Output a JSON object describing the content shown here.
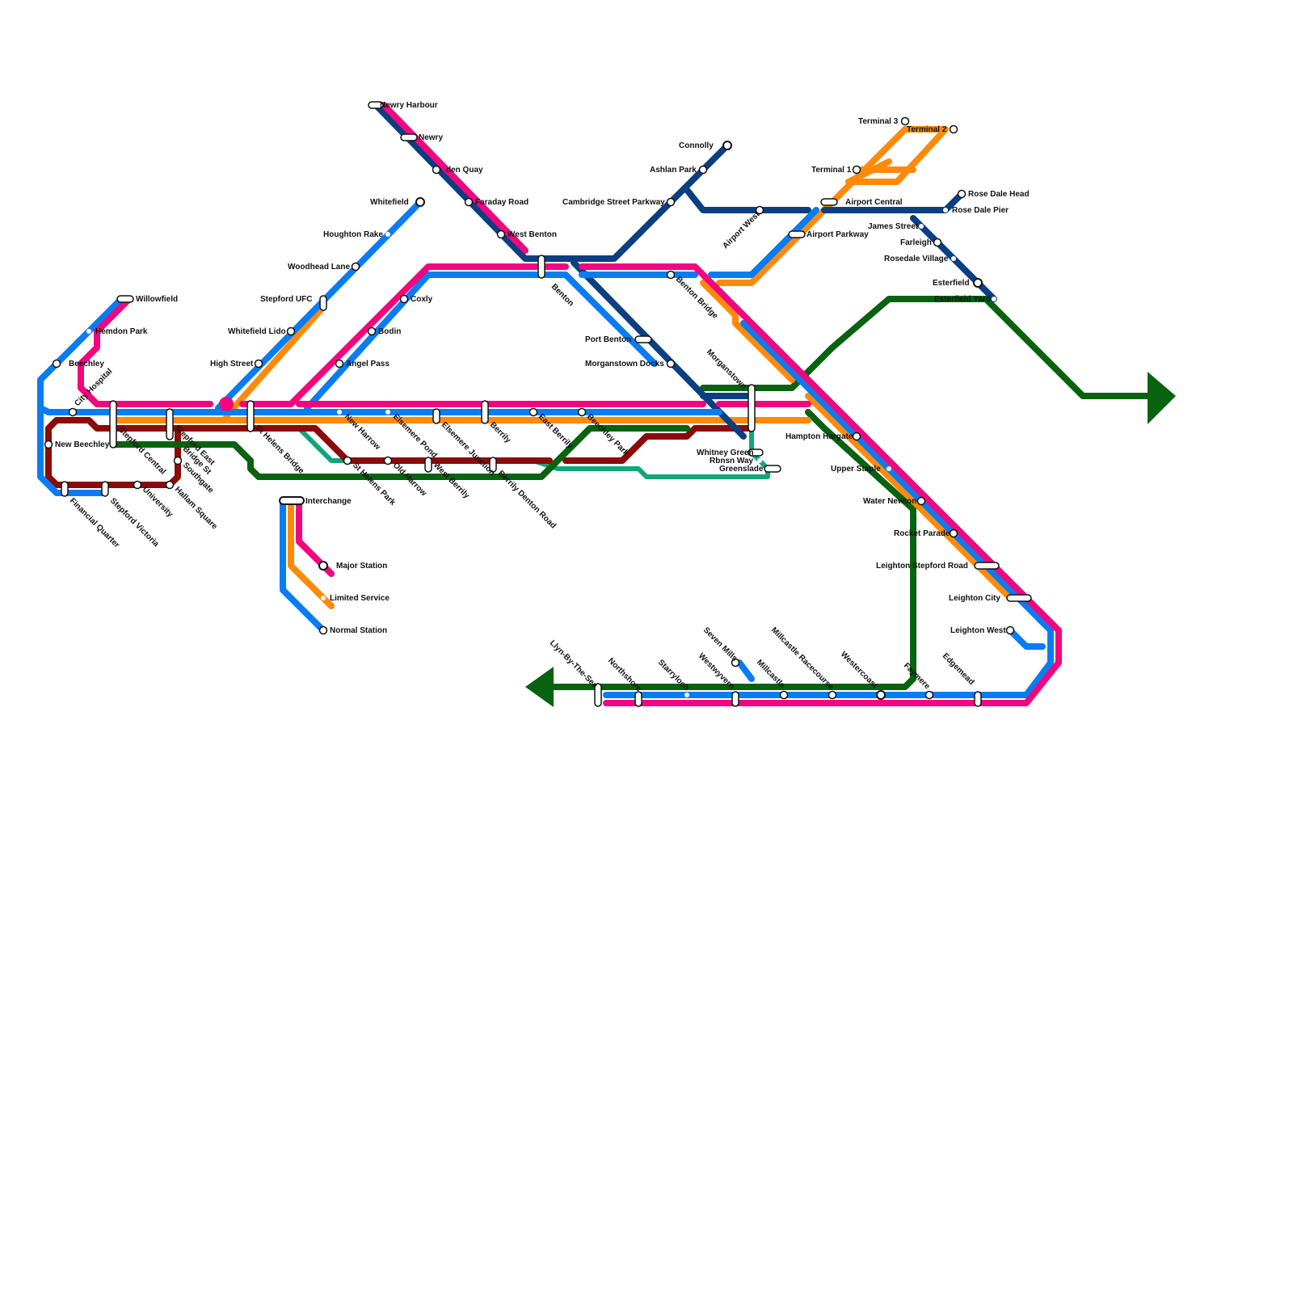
{
  "colors": {
    "blue": "#0a7cf2",
    "pink": "#f2067e",
    "orange": "#ff8a0a",
    "navy": "#0b3f82",
    "maroon": "#8b0a0a",
    "green": "#08620f",
    "teal": "#12a67c"
  },
  "legend": {
    "interchange": "Interchange",
    "major": "Major Station",
    "limited": "Limited Service",
    "normal": "Normal Station"
  },
  "stations": {
    "willowfield": "Willowfield",
    "hemdon_park": "Hemdon Park",
    "beechley": "Beechley",
    "city_hospital": "City Hospital",
    "new_beechley": "New Beechley",
    "financial_quarter": "Financial Quarter",
    "stepford_victoria": "Stepford Victoria",
    "university": "University",
    "hallam_square": "Hallam Square",
    "southgate": "Southgate",
    "bridge_st": "Bridge St",
    "stepford_central": "Stepford Central",
    "stepford_east": "Stepford East",
    "st_helens_bridge": "St Helens Bridge",
    "high_street": "High Street",
    "whitefield_lido": "Whitefield Lido",
    "stepford_ufc": "Stepford UFC",
    "woodhead_lane": "Woodhead Lane",
    "houghton_rake": "Houghton Rake",
    "whitefield": "Whitefield",
    "newry_harbour": "Newry Harbour",
    "newry": "Newry",
    "eden_quay": "den Quay",
    "faraday_road": "Faraday Road",
    "west_benton": "West Benton",
    "benton": "Benton",
    "coxly": "Coxly",
    "bodin": "Bodin",
    "angel_pass": "Angel Pass",
    "new_harrow": "New Harrow",
    "elsemere_pond": "Elsemere Pond",
    "elsemere_junction": "Elsemere Junction",
    "berrily": "Berrily",
    "east_berrily": "East Berrily",
    "beechley_park": "Beechley Park",
    "st_helens_park": "St Helens Park",
    "old_harrow": "Old Harrow",
    "west_berrily": "West Berrily",
    "berrily_denton_road": "Berrily Denton Road",
    "connolly": "Connolly",
    "ashlan_park": "Ashlan Park",
    "cambridge_street_parkway": "Cambridge Street Parkway",
    "benton_bridge": "Benton Bridge",
    "port_benton": "Port Benton",
    "morganstown_docks": "Morganstown Docks",
    "morganstown": "Morganstown",
    "whitney_green": "Whitney Green",
    "rbnsn_way": "Rbnsn Way",
    "greenslade": "Greenslade",
    "airport_west": "Airport West",
    "airport_parkway": "Airport Parkway",
    "airport_central": "Airport Central",
    "terminal_1": "Terminal 1",
    "terminal_2": "Terminal 2",
    "terminal_3": "Terminal 3",
    "rose_dale_head": "Rose Dale Head",
    "rose_dale_pier": "Rose Dale Pier",
    "james_street": "James Street",
    "farleigh": "Farleigh",
    "rosedale_village": "Rosedale Village",
    "esterfield": "Esterfield",
    "esterfield_yard": "Esterfield Yard",
    "hampton_hargate": "Hampton Hargate",
    "upper_staple": "Upper Staple",
    "water_newton": "Water Newton",
    "rocket_parade": "Rocket Parade",
    "leighton_stepford_road": "Leighton Stepford Road",
    "leighton_city": "Leighton City",
    "leighton_west": "Leighton West",
    "edgemead": "Edgemead",
    "faymere": "Faymere",
    "westercoast": "Westercoast",
    "millcastle_racecourse": "Millcastle Racecourse",
    "millcastle": "Millcastle",
    "westwyvern": "Westwyvern",
    "seven_mills": "Seven Mills",
    "starryloch": "Starryloch",
    "northshore": "Northshore",
    "llyn_by_the_sea": "Llyn-By-The-Sea"
  }
}
